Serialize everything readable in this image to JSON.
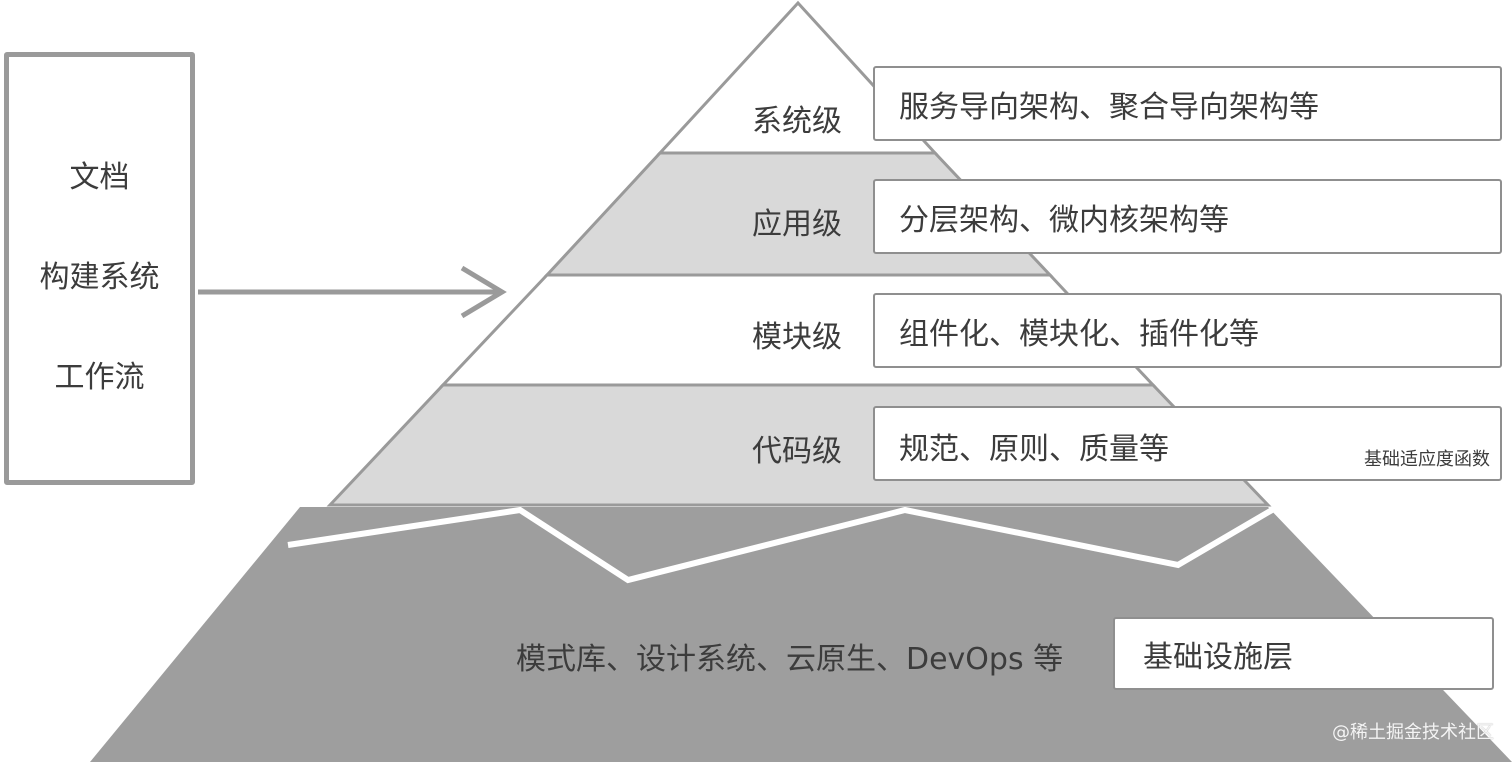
{
  "side_panel": {
    "items": [
      "文档",
      "构建系统",
      "工作流"
    ]
  },
  "pyramid": {
    "levels": [
      {
        "label": "系统级",
        "description": "服务导向架构、聚合导向架构等"
      },
      {
        "label": "应用级",
        "description": "分层架构、微内核架构等"
      },
      {
        "label": "模块级",
        "description": "组件化、模块化、插件化等"
      },
      {
        "label": "代码级",
        "description": "规范、原则、质量等"
      }
    ],
    "fitness_note": "基础适应度函数"
  },
  "infrastructure": {
    "examples": "模式库、设计系统、云原生、DevOps 等",
    "label": "基础设施层"
  },
  "watermark": "@稀土掘金技术社区",
  "colors": {
    "white_band": "#ffffff",
    "light_band": "#d9d9d9",
    "base": "#9e9e9e",
    "outline": "#9a9a9a",
    "text": "#3c3c3c"
  }
}
